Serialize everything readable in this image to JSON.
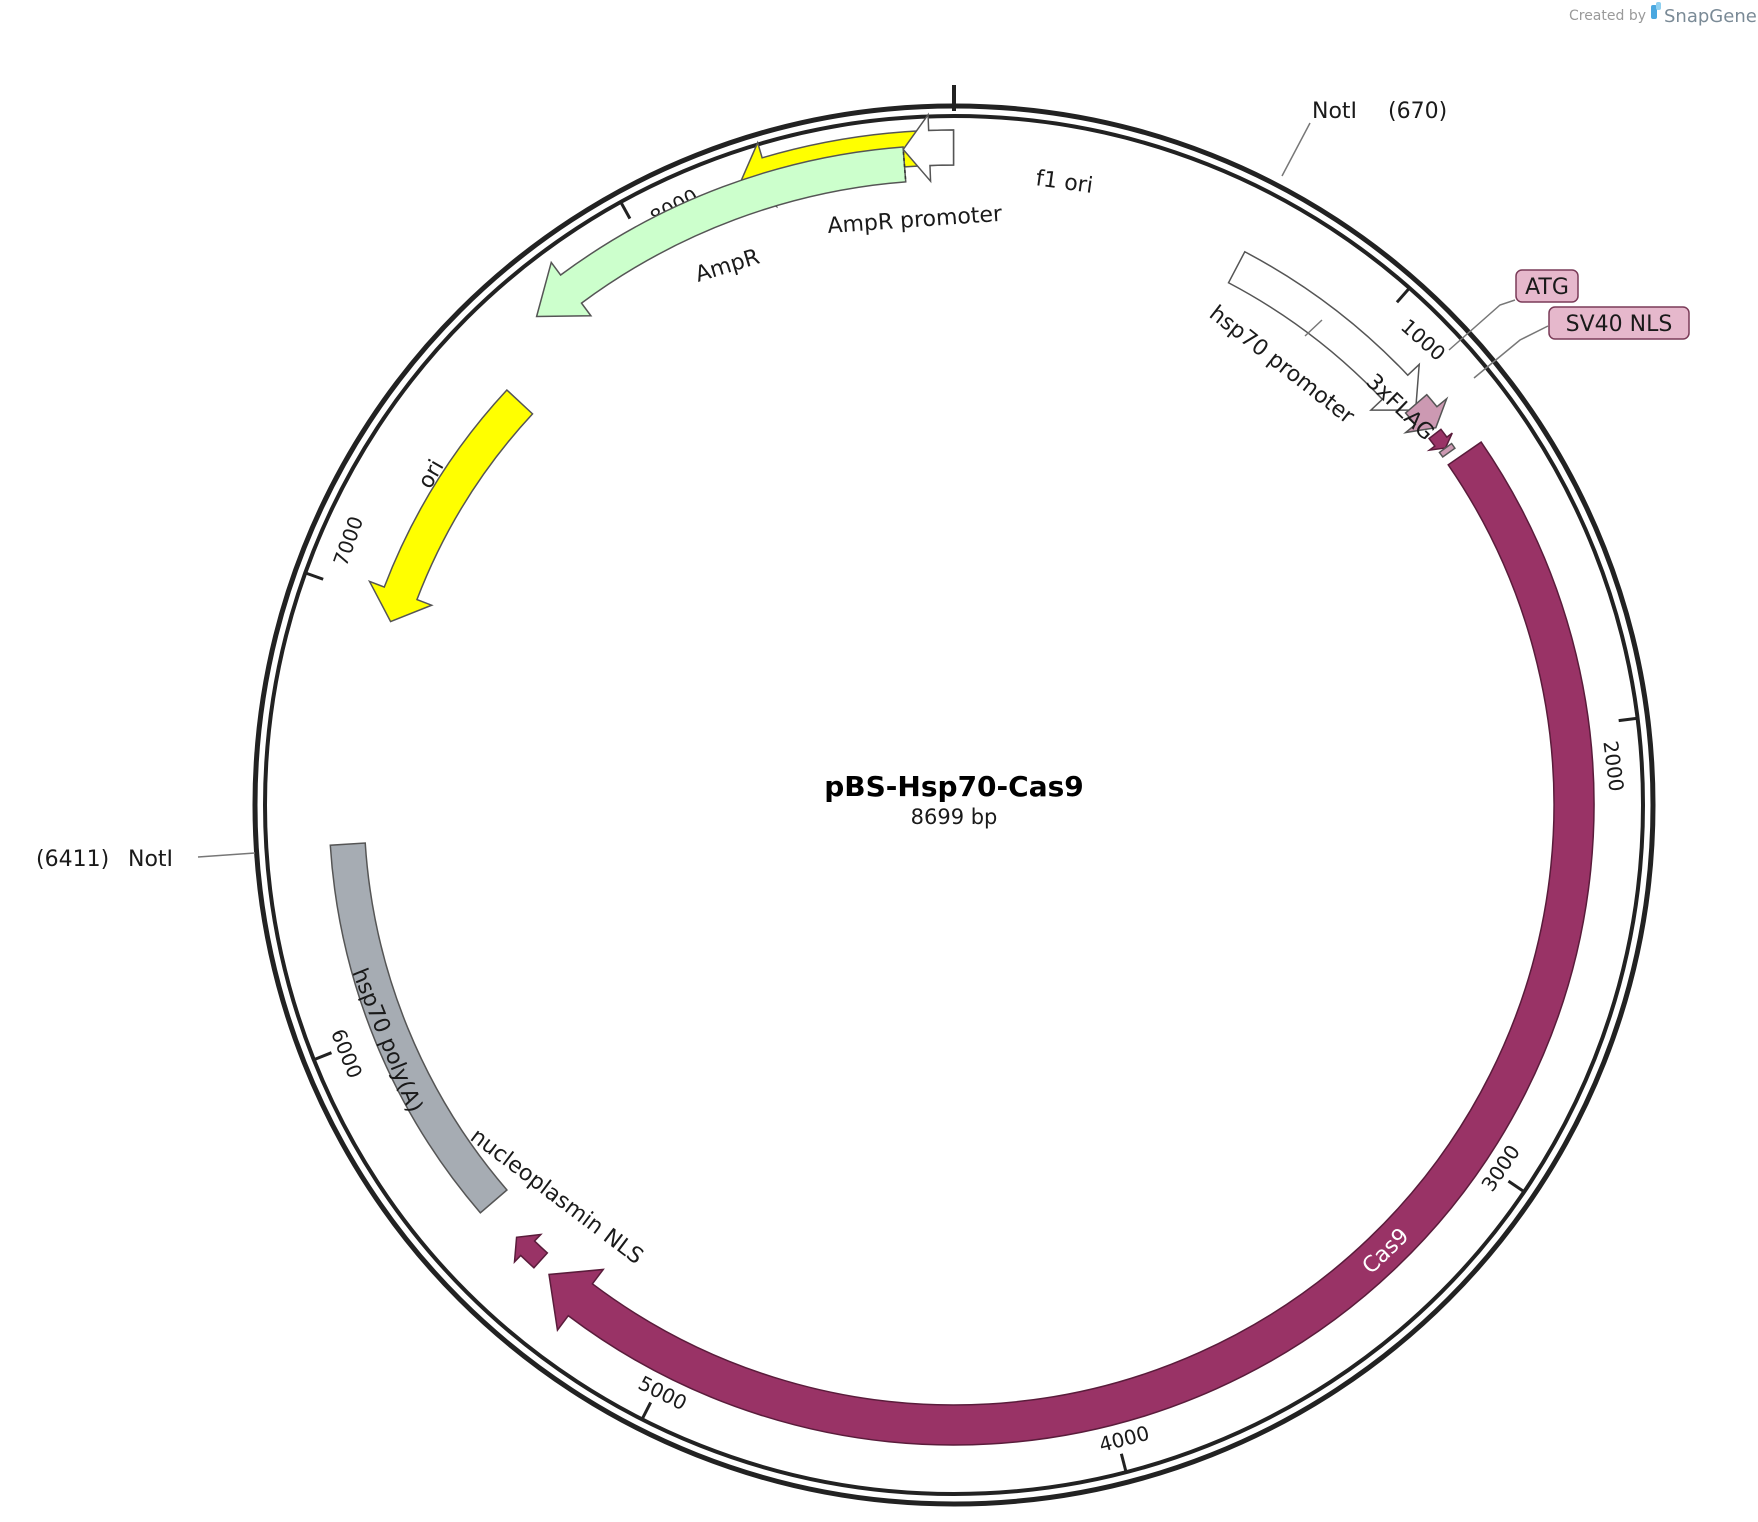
{
  "credit": {
    "created_by": "Created by",
    "brand": "SnapGene"
  },
  "plasmid": {
    "name": "pBS-Hsp70-Cas9",
    "length_label": "8699 bp",
    "length_bp": 8699
  },
  "ticks": [
    {
      "pos": 1000,
      "label": "1000"
    },
    {
      "pos": 2000,
      "label": "2000"
    },
    {
      "pos": 3000,
      "label": "3000"
    },
    {
      "pos": 4000,
      "label": "4000"
    },
    {
      "pos": 5000,
      "label": "5000"
    },
    {
      "pos": 6000,
      "label": "6000"
    },
    {
      "pos": 7000,
      "label": "7000"
    },
    {
      "pos": 8000,
      "label": "8000"
    }
  ],
  "sites": [
    {
      "name": "NotI",
      "position": "(670)",
      "pos": 670
    },
    {
      "name": "NotI",
      "position": "(6411)",
      "pos": 6411
    }
  ],
  "features": [
    {
      "name": "f1 ori",
      "start": 8700,
      "end": 8245,
      "direction": "reverse",
      "color": "#ffff00",
      "label_inside": true
    },
    {
      "name": "AmpR promoter",
      "start": 8699,
      "end": 8590,
      "direction": "reverse",
      "color": "#ffffff",
      "label_inside": false
    },
    {
      "name": "AmpR",
      "start": 8590,
      "end": 7730,
      "direction": "reverse",
      "color": "#ccffcc",
      "label_inside": false
    },
    {
      "name": "ori",
      "start": 7535,
      "end": 6945,
      "direction": "reverse",
      "color": "#ffff00",
      "label_inside": true
    },
    {
      "name": "hsp70 promoter",
      "start": 705,
      "end": 1180,
      "direction": "forward",
      "color": "#ffffff",
      "label_inside": false
    },
    {
      "name": "ATG",
      "start": 1190,
      "end": 1255,
      "direction": "forward",
      "color": "#cc99b2",
      "label_inside": false,
      "boxed": true
    },
    {
      "name": "3xFLAG",
      "start": 1255,
      "end": 1300,
      "direction": "forward",
      "color": "#993366",
      "label_inside": false
    },
    {
      "name": "SV40 NLS",
      "start": 1300,
      "end": 1320,
      "direction": "forward",
      "color": "#cc99b2",
      "label_inside": false,
      "boxed": true
    },
    {
      "name": "Cas9",
      "start": 1315,
      "end": 5380,
      "direction": "forward",
      "color": "#993366",
      "label_inside": true
    },
    {
      "name": "nucleoplasmin NLS",
      "start": 5385,
      "end": 5435,
      "direction": "forward",
      "color": "#993366",
      "label_inside": false
    },
    {
      "name": "hsp70 poly(A)",
      "start": 5550,
      "end": 6400,
      "direction": "none",
      "color": "#a6acb3",
      "label_inside": true
    }
  ]
}
